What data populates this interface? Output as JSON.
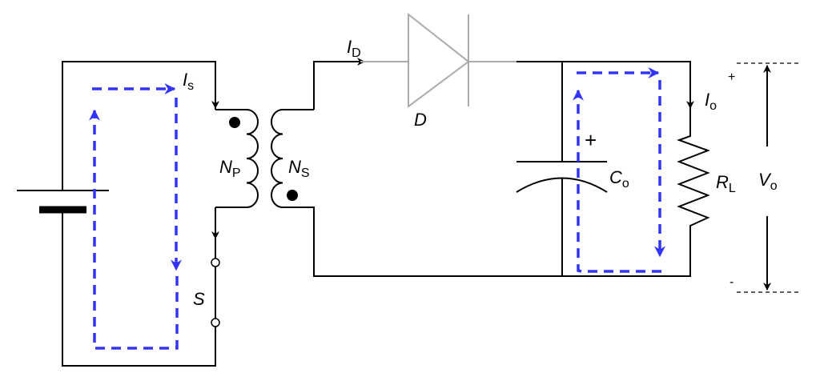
{
  "title": "Flyback converter with switch S closed-loop current paths",
  "labels": {
    "is": {
      "main": "I",
      "sub": "s"
    },
    "id": {
      "main": "I",
      "sub": "D"
    },
    "np": {
      "main": "N",
      "sub": "P"
    },
    "ns": {
      "main": "N",
      "sub": "S"
    },
    "switch": "S",
    "diode": "D",
    "cap_plus": "+",
    "co": {
      "main": "C",
      "sub": "o"
    },
    "io": {
      "main": "I",
      "sub": "o"
    },
    "rl": {
      "main": "R",
      "sub": "L"
    },
    "vo": {
      "main": "V",
      "sub": "o"
    },
    "vo_plus": "+",
    "vo_minus": "-"
  },
  "colors": {
    "wire": "#000000",
    "diode": "#aaaaaa",
    "current_path": "#3333ff"
  }
}
